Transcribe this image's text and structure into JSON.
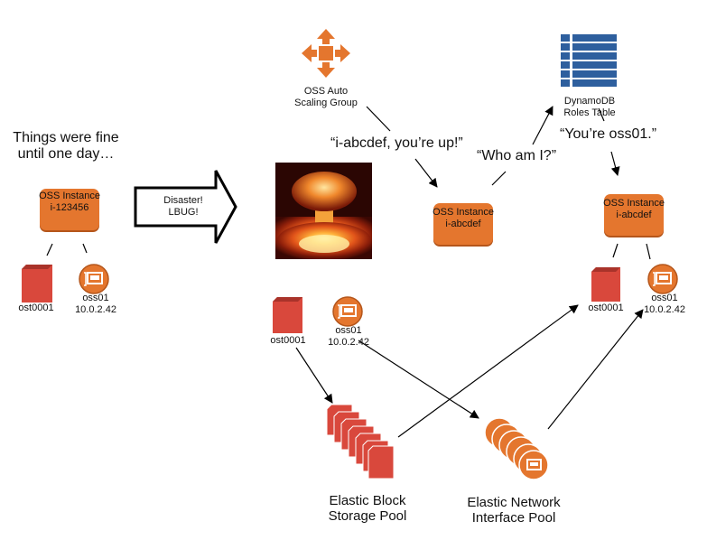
{
  "left": {
    "caption": [
      "Things were fine",
      "until one day…"
    ],
    "instance": {
      "label": "OSS Instance",
      "id": "i-123456"
    },
    "volume": {
      "label": "ost0001"
    },
    "eni": {
      "label": "oss01",
      "ip": "10.0.2.42"
    }
  },
  "disaster_arrow": [
    "Disaster!",
    "LBUG!"
  ],
  "explosion": {
    "icon": "explosion-image"
  },
  "asg": {
    "label": [
      "OSS Auto",
      "Scaling Group"
    ]
  },
  "dynamodb": {
    "label": [
      "DynamoDB",
      "Roles Table"
    ]
  },
  "speech": {
    "youre_up": "“i-abcdef, you’re up!”",
    "who_am_i": "“Who am I?”",
    "youre_oss01": "“You’re oss01.”"
  },
  "new_instance_mid": {
    "label": "OSS Instance",
    "id": "i-abcdef"
  },
  "new_instance_right": {
    "label": "OSS Instance",
    "id": "i-abcdef"
  },
  "orphan_volume": {
    "label": "ost0001"
  },
  "orphan_eni": {
    "label": "oss01",
    "ip": "10.0.2.42"
  },
  "right_volume": {
    "label": "ost0001"
  },
  "right_eni": {
    "label": "oss01",
    "ip": "10.0.2.42"
  },
  "ebs_pool": {
    "label": [
      "Elastic Block",
      "Storage Pool"
    ]
  },
  "eni_pool": {
    "label": [
      "Elastic Network",
      "Interface Pool"
    ]
  },
  "colors": {
    "aws_orange": "#e4762e",
    "volume_red": "#d9483c",
    "dynamo_blue": "#2e5f9e"
  }
}
